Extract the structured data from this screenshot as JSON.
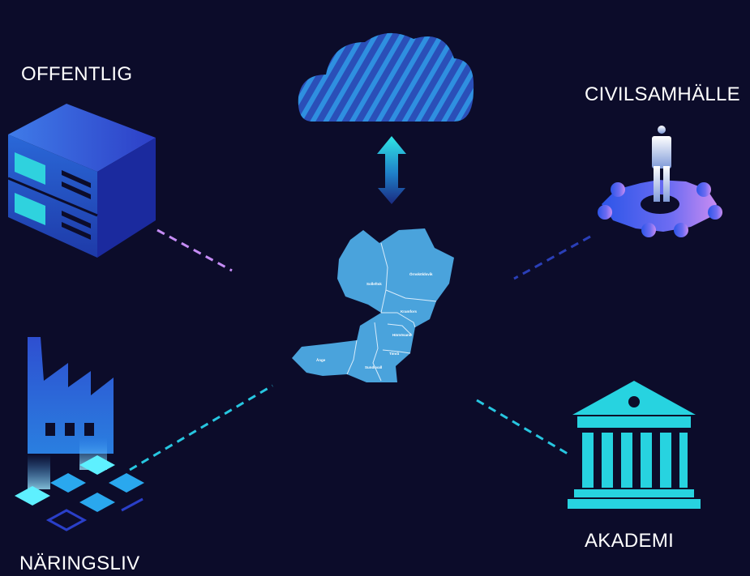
{
  "labels": {
    "offentlig": "OFFENTLIG",
    "civilsamhalle": "CIVILSAMHÄLLE",
    "naringsliv": "NÄRINGSLIV",
    "akademi": "AKADEMI"
  },
  "map_regions": [
    "Solleftsk",
    "Örnsköldsvik",
    "Kramfors",
    "Härnösand",
    "Timrå",
    "Sundsvall",
    "Ånge"
  ],
  "colors": {
    "background": "#0c0c2a",
    "cloud": "#2b5cc4",
    "map": "#4aa3dc",
    "cyan": "#27d3e0",
    "purple": "#b98cf5",
    "navy": "#2a3fb0"
  },
  "icons": {
    "cloud": "cloud-icon",
    "offentlig": "server-icon",
    "civilsamhalle": "person-on-gear-icon",
    "naringsliv": "factory-icon",
    "akademi": "university-building-icon",
    "center": "region-map-icon",
    "arrow": "up-down-arrow-icon"
  }
}
